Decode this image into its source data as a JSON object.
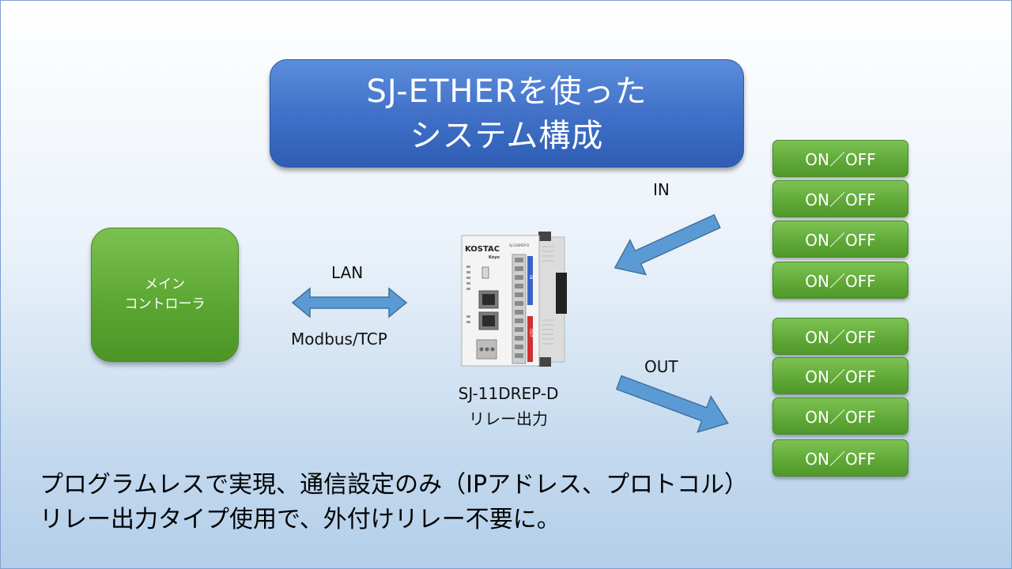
{
  "title": {
    "line1": "SJ-ETHERを使った",
    "line2": "システム構成"
  },
  "main_controller": {
    "line1": "メイン",
    "line2": "コントローラ"
  },
  "link": {
    "top_label": "LAN",
    "bottom_label": "Modbus/TCP"
  },
  "device": {
    "model": "SJ-11DREP-D",
    "desc": "リレー出力",
    "brand": "KOSTAC",
    "sub_brand": "Koyo",
    "panel_model": "SJ-11DREP-D",
    "in_tag": "IN",
    "out_tag": "OUT"
  },
  "in_label": "IN",
  "out_label": "OUT",
  "in_switches": [
    "ON／OFF",
    "ON／OFF",
    "ON／OFF",
    "ON／OFF"
  ],
  "out_switches": [
    "ON／OFF",
    "ON／OFF",
    "ON／OFF",
    "ON／OFF"
  ],
  "caption": {
    "line1": "プログラムレスで実現、通信設定のみ（IPアドレス、プロトコル）",
    "line2": "リレー出力タイプ使用で、外付けリレー不要に。"
  },
  "colors": {
    "title_blue": "#3f6fc6",
    "green": "#5aa532",
    "arrow_blue": "#5b9bd5"
  }
}
